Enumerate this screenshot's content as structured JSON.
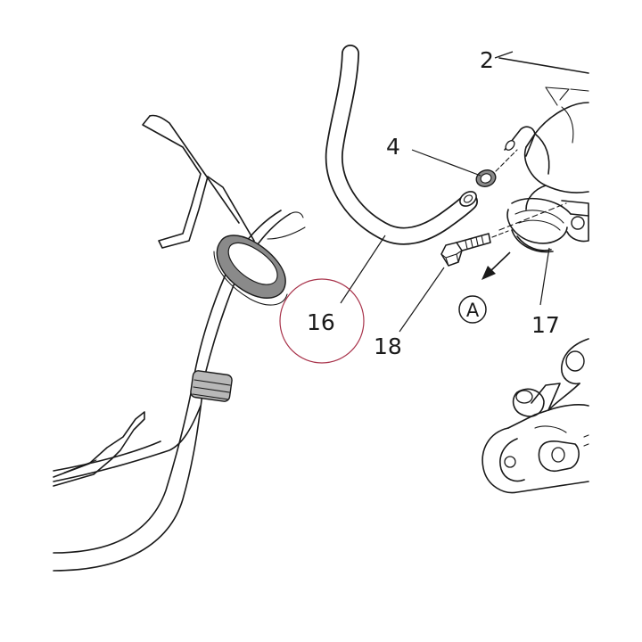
{
  "callouts": {
    "label_2": "2",
    "label_4": "4",
    "label_16": "16",
    "label_17": "17",
    "label_18": "18",
    "label_a": "A"
  },
  "colors": {
    "line": "#1a1a1a",
    "grommet": "#8a8a8a",
    "highlight_circle": "#a8324a",
    "background": "#ffffff"
  }
}
